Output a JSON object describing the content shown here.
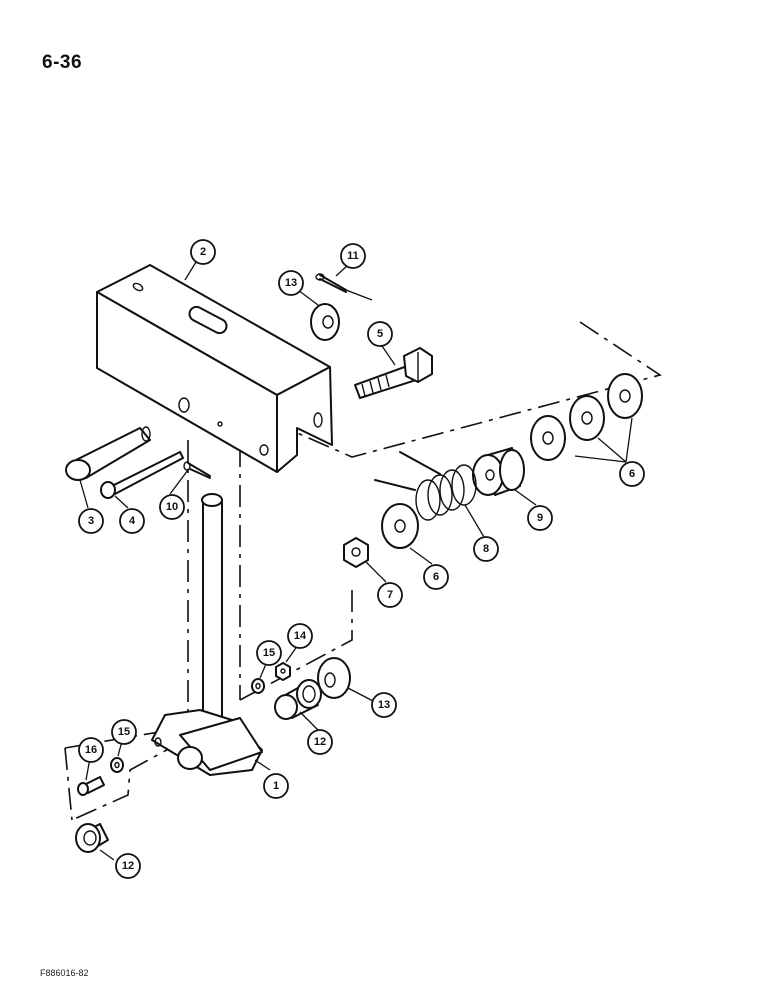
{
  "page": {
    "number": "6-36",
    "figure_code": "F886016-82"
  },
  "callouts": [
    {
      "id": "c1",
      "label": "1"
    },
    {
      "id": "c2",
      "label": "2"
    },
    {
      "id": "c3",
      "label": "3"
    },
    {
      "id": "c4",
      "label": "4"
    },
    {
      "id": "c5",
      "label": "5"
    },
    {
      "id": "c6a",
      "label": "6"
    },
    {
      "id": "c6b",
      "label": "6"
    },
    {
      "id": "c7",
      "label": "7"
    },
    {
      "id": "c8",
      "label": "8"
    },
    {
      "id": "c9",
      "label": "9"
    },
    {
      "id": "c10",
      "label": "10"
    },
    {
      "id": "c11",
      "label": "11"
    },
    {
      "id": "c12a",
      "label": "12"
    },
    {
      "id": "c12b",
      "label": "12"
    },
    {
      "id": "c13a",
      "label": "13"
    },
    {
      "id": "c13b",
      "label": "13"
    },
    {
      "id": "c14",
      "label": "14"
    },
    {
      "id": "c15a",
      "label": "15"
    },
    {
      "id": "c15b",
      "label": "15"
    },
    {
      "id": "c16",
      "label": "16"
    }
  ]
}
